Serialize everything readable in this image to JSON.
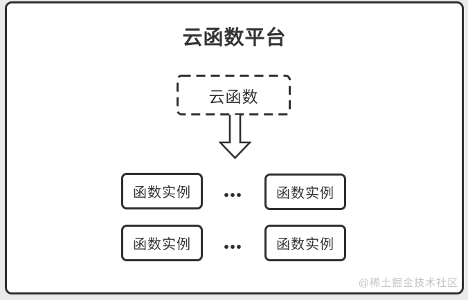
{
  "colors": {
    "page_bg": "#eaeaea",
    "card_bg": "#ffffff",
    "border": "#2e2e2e",
    "text": "#333333",
    "watermark_text": "#c4c4c4"
  },
  "diagram": {
    "title": "云函数平台",
    "root_node": {
      "label": "云函数",
      "style": "dashed-border"
    },
    "arrow_icon": "down-arrow",
    "rows": [
      {
        "boxes": [
          "函数实例",
          "函数实例"
        ],
        "ellipsis": "•••"
      },
      {
        "boxes": [
          "函数实例",
          "函数实例"
        ],
        "ellipsis": "•••"
      }
    ],
    "watermark": "@稀土掘金技术社区"
  }
}
